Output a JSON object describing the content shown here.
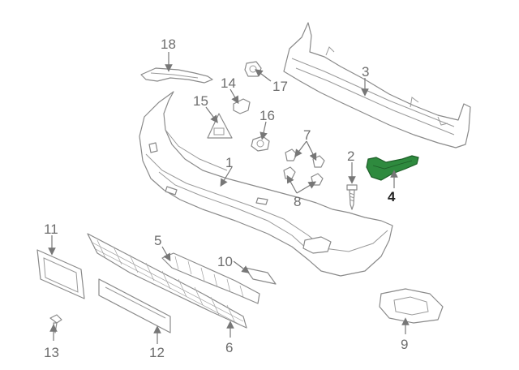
{
  "diagram": {
    "highlight_color": "#2e8a3e",
    "outline_color": "#8a8a8a",
    "callouts": [
      {
        "id": "1",
        "label": "1"
      },
      {
        "id": "2",
        "label": "2"
      },
      {
        "id": "3",
        "label": "3"
      },
      {
        "id": "4",
        "label": "4",
        "highlighted": true
      },
      {
        "id": "5",
        "label": "5"
      },
      {
        "id": "6",
        "label": "6"
      },
      {
        "id": "7",
        "label": "7"
      },
      {
        "id": "8",
        "label": "8"
      },
      {
        "id": "9",
        "label": "9"
      },
      {
        "id": "10",
        "label": "10"
      },
      {
        "id": "11",
        "label": "11"
      },
      {
        "id": "12",
        "label": "12"
      },
      {
        "id": "13",
        "label": "13"
      },
      {
        "id": "14",
        "label": "14"
      },
      {
        "id": "15",
        "label": "15"
      },
      {
        "id": "16",
        "label": "16"
      },
      {
        "id": "17",
        "label": "17"
      },
      {
        "id": "18",
        "label": "18"
      }
    ]
  }
}
